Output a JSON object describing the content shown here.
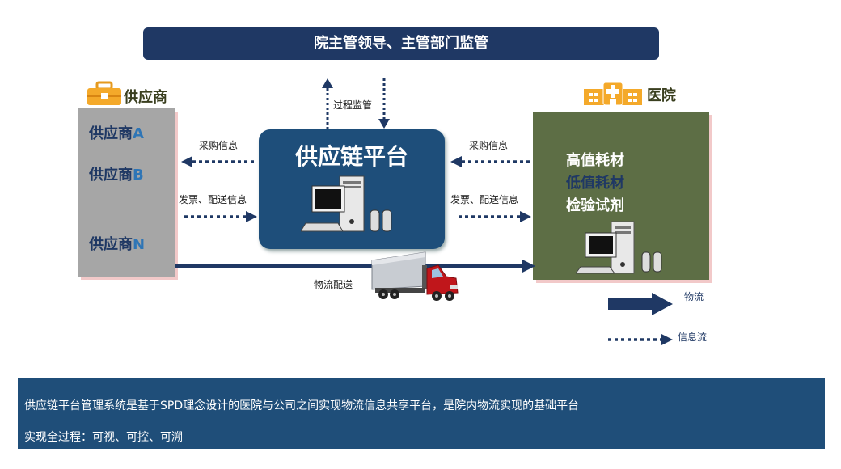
{
  "banner": "院主管领导、主管部门监管",
  "supplier": {
    "title": "供应商",
    "items": [
      {
        "name": "供应商",
        "tag": "A"
      },
      {
        "name": "供应商",
        "tag": "B"
      },
      {
        "name": "供应商",
        "tag": "N"
      }
    ]
  },
  "hospital": {
    "title": "医院",
    "items": [
      "高值耗材",
      "低值耗材",
      "检验试剂"
    ]
  },
  "platform": {
    "title": "供应链平台"
  },
  "labels": {
    "process_supervision": "过程监管",
    "purchase_info_left": "采购信息",
    "purchase_info_right": "采购信息",
    "invoice_info_left": "发票、配送信息",
    "invoice_info_right": "发票、配送信息",
    "logistics_delivery": "物流配送"
  },
  "legend": {
    "logistics": "物流",
    "info_flow": "信息流"
  },
  "footer": {
    "line1": "供应链平台管理系统是基于SPD理念设计的医院与公司之间实现物流信息共享平台，是院内物流实现的基础平台",
    "line2": "实现全过程：可视、可控、可溯"
  },
  "colors": {
    "navy": "#1f3864",
    "platform": "#1e4e7a",
    "supplier_box": "#a6a6a6",
    "hospital_box": "#5d6e45",
    "hospital_text_mid": "#1f3864"
  }
}
